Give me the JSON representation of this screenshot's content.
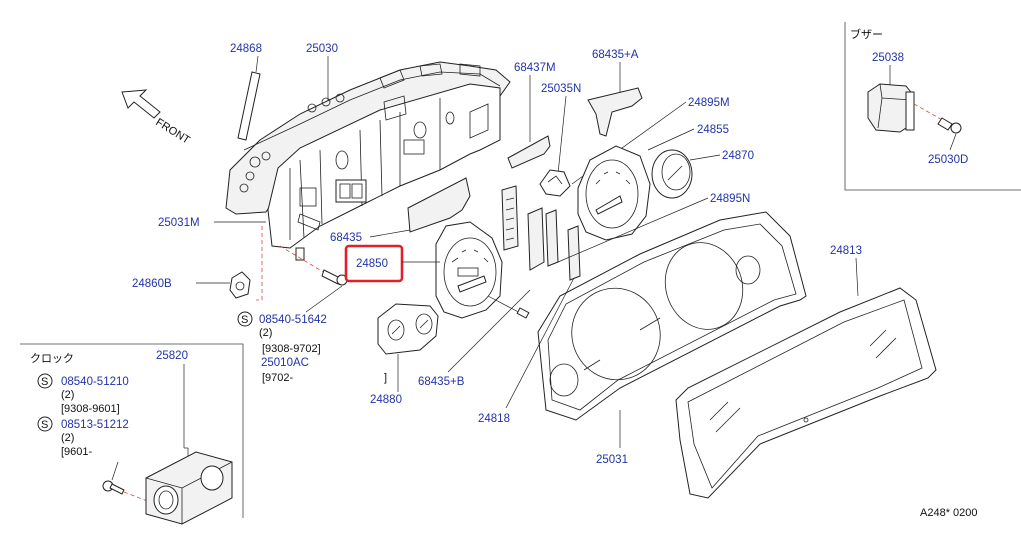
{
  "diagram": {
    "front_label": "FRONT",
    "footer_code": "A248*  0200",
    "insets": {
      "buzzer": {
        "title": "ブザー",
        "parts": [
          "25038",
          "25030D"
        ]
      },
      "clock": {
        "title": "クロック",
        "part": "25820",
        "screw1": {
          "badge": "S",
          "number": "08540-51210",
          "qty": "(2)",
          "range": "[9308-9601]"
        },
        "screw2": {
          "badge": "S",
          "number": "08513-51212",
          "qty": "(2)",
          "range": "[9601-"
        }
      }
    },
    "screw_main": {
      "badge": "S",
      "number": "08540-51642",
      "qty": "(2)",
      "range1": "[9308-9702]",
      "alt_number": "25010AC",
      "range2": "[9702-",
      "range2_close": "]"
    },
    "highlighted_part": "24850",
    "parts": {
      "p24868": "24868",
      "p25030": "25030",
      "p68437M": "68437M",
      "p68435A": "68435+A",
      "p25035N": "25035N",
      "p24895M": "24895M",
      "p24855": "24855",
      "p24870": "24870",
      "p24895N": "24895N",
      "p25031M": "25031M",
      "p68435": "68435",
      "p24850": "24850",
      "p24860B": "24860B",
      "p24813": "24813",
      "p24880": "24880",
      "p68435B": "68435+B",
      "p24818": "24818",
      "p25031": "25031"
    }
  }
}
